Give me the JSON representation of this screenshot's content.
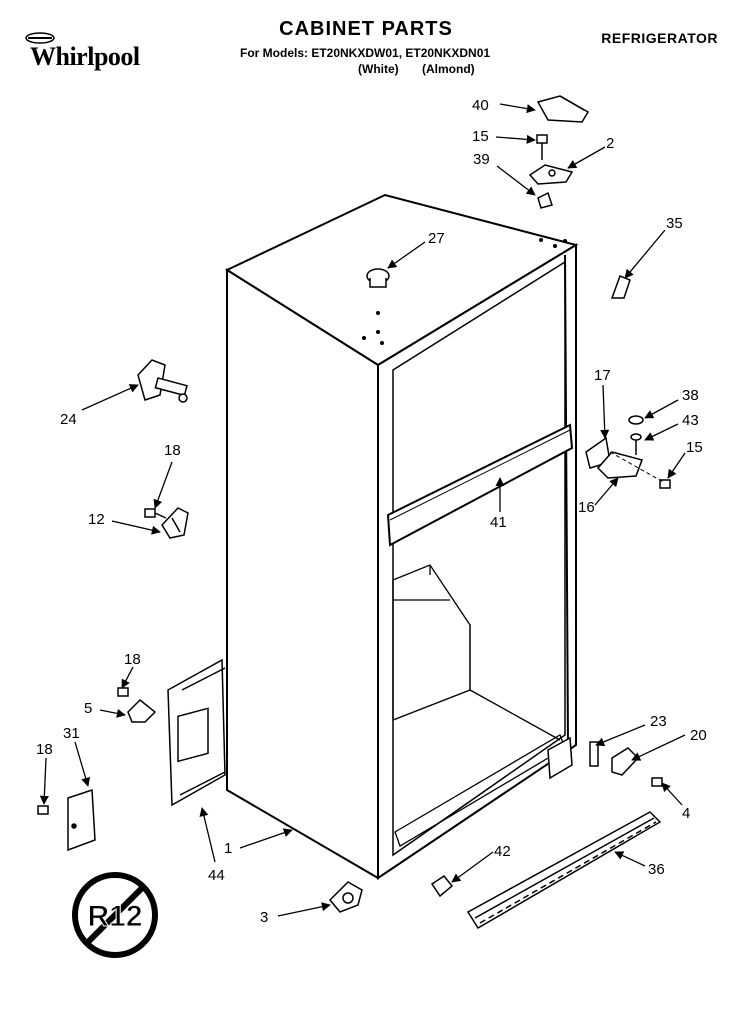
{
  "header": {
    "brand": "Whirlpool",
    "title": "CABINET PARTS",
    "models": "For Models: ET20NKXDW01, ET20NKXDN01",
    "variants": [
      "(White)",
      "(Almond)"
    ],
    "category": "REFRIGERATOR"
  },
  "callouts": {
    "c40": "40",
    "c15a": "15",
    "c2": "2",
    "c39": "39",
    "c27": "27",
    "c35": "35",
    "c24": "24",
    "c18a": "18",
    "c12": "12",
    "c17": "17",
    "c38": "38",
    "c43": "43",
    "c15b": "15",
    "c16": "16",
    "c41": "41",
    "c18b": "18",
    "c5": "5",
    "c31": "31",
    "c18c": "18",
    "c23": "23",
    "c20": "20",
    "c4": "4",
    "c1": "1",
    "c44": "44",
    "c42": "42",
    "c36": "36",
    "c3": "3"
  },
  "badge": {
    "text": "R12"
  }
}
